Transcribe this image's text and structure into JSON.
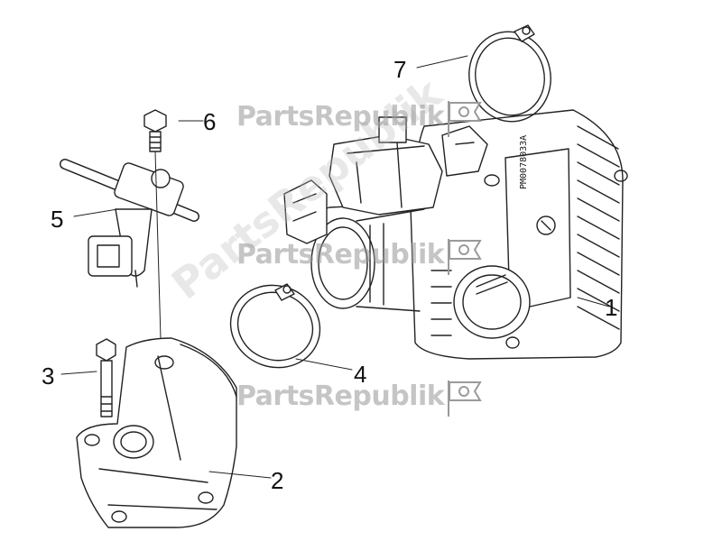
{
  "watermark": {
    "brand": "PartsRepublik"
  },
  "callouts": {
    "c1": "1",
    "c2": "2",
    "c3": "3",
    "c4": "4",
    "c5": "5",
    "c6": "6",
    "c7": "7"
  },
  "part_markings": {
    "body_code": "PM0078033A"
  },
  "colors": {
    "line": "#222222",
    "watermark": "#969696",
    "background": "#ffffff"
  }
}
